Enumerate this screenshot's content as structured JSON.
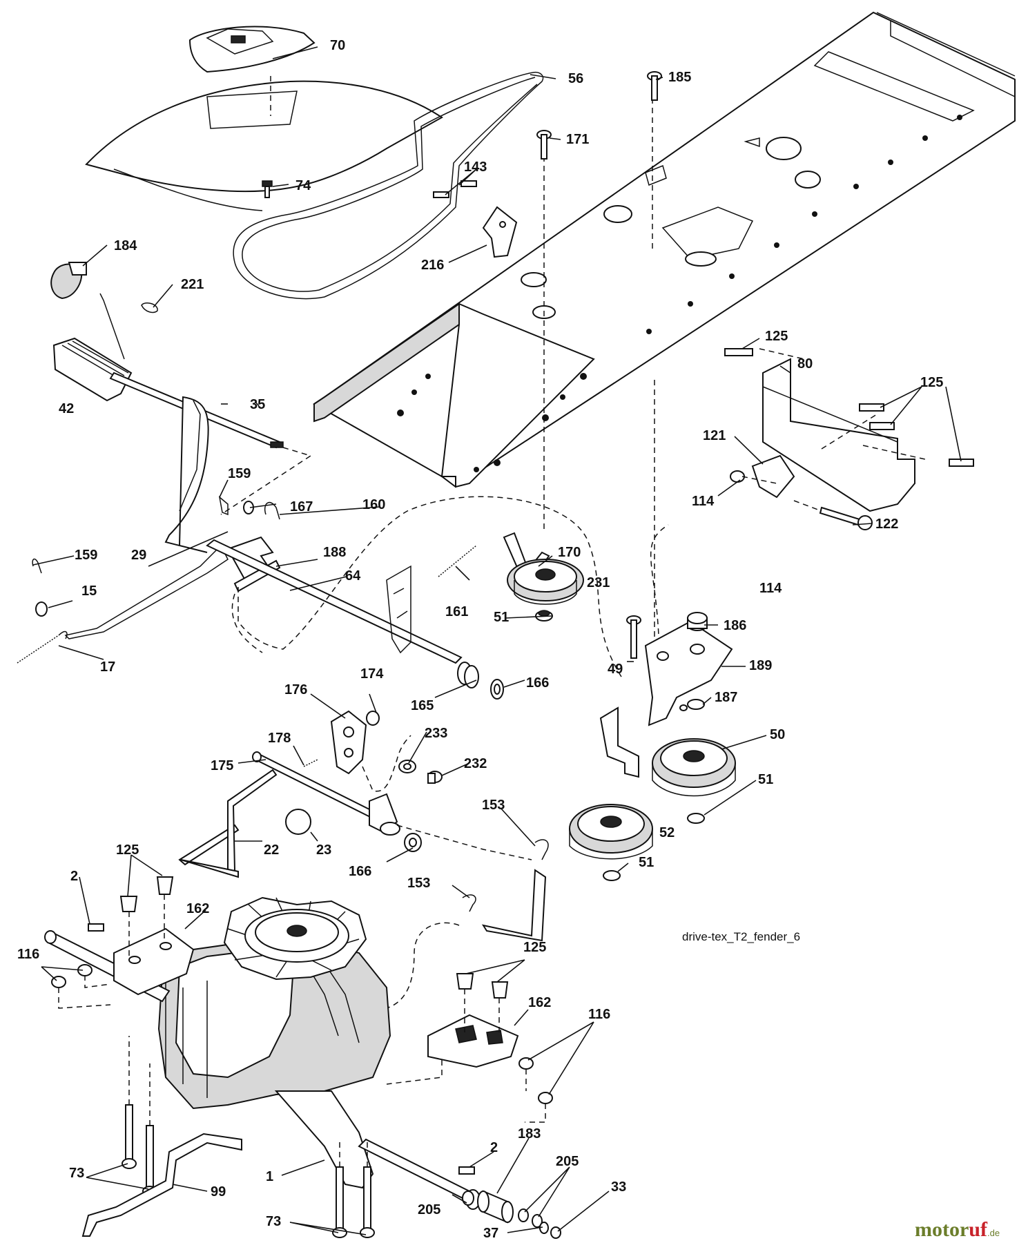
{
  "diagram": {
    "caption": "drive-tex_T2_fender_6",
    "watermark": {
      "main": "motor",
      "accent": "uf",
      "suffix": ".de"
    },
    "callouts": [
      {
        "id": "70",
        "text": "70"
      },
      {
        "id": "56",
        "text": "56"
      },
      {
        "id": "185",
        "text": "185"
      },
      {
        "id": "171",
        "text": "171"
      },
      {
        "id": "143",
        "text": "143"
      },
      {
        "id": "74",
        "text": "74"
      },
      {
        "id": "184",
        "text": "184"
      },
      {
        "id": "221",
        "text": "221"
      },
      {
        "id": "216",
        "text": "216"
      },
      {
        "id": "125a",
        "text": "125"
      },
      {
        "id": "80",
        "text": "80"
      },
      {
        "id": "125b",
        "text": "125"
      },
      {
        "id": "42",
        "text": "42"
      },
      {
        "id": "35",
        "text": "35"
      },
      {
        "id": "121",
        "text": "121"
      },
      {
        "id": "114a",
        "text": "114"
      },
      {
        "id": "122",
        "text": "122"
      },
      {
        "id": "159a",
        "text": "159"
      },
      {
        "id": "167",
        "text": "167"
      },
      {
        "id": "160",
        "text": "160"
      },
      {
        "id": "170",
        "text": "170"
      },
      {
        "id": "159b",
        "text": "159"
      },
      {
        "id": "29",
        "text": "29"
      },
      {
        "id": "188",
        "text": "188"
      },
      {
        "id": "64",
        "text": "64"
      },
      {
        "id": "231",
        "text": "231"
      },
      {
        "id": "114b",
        "text": "114"
      },
      {
        "id": "15",
        "text": "15"
      },
      {
        "id": "161",
        "text": "161"
      },
      {
        "id": "51a",
        "text": "51"
      },
      {
        "id": "186",
        "text": "186"
      },
      {
        "id": "17",
        "text": "17"
      },
      {
        "id": "49",
        "text": "49"
      },
      {
        "id": "189",
        "text": "189"
      },
      {
        "id": "174",
        "text": "174"
      },
      {
        "id": "166a",
        "text": "166"
      },
      {
        "id": "165",
        "text": "165"
      },
      {
        "id": "176",
        "text": "176"
      },
      {
        "id": "187",
        "text": "187"
      },
      {
        "id": "233",
        "text": "233"
      },
      {
        "id": "178",
        "text": "178"
      },
      {
        "id": "50",
        "text": "50"
      },
      {
        "id": "232",
        "text": "232"
      },
      {
        "id": "175",
        "text": "175"
      },
      {
        "id": "51b",
        "text": "51"
      },
      {
        "id": "153a",
        "text": "153"
      },
      {
        "id": "125c",
        "text": "125"
      },
      {
        "id": "22",
        "text": "22"
      },
      {
        "id": "23",
        "text": "23"
      },
      {
        "id": "52",
        "text": "52"
      },
      {
        "id": "166b",
        "text": "166"
      },
      {
        "id": "51c",
        "text": "51"
      },
      {
        "id": "2a",
        "text": "2"
      },
      {
        "id": "153b",
        "text": "153"
      },
      {
        "id": "162a",
        "text": "162"
      },
      {
        "id": "116a",
        "text": "116"
      },
      {
        "id": "125d",
        "text": "125"
      },
      {
        "id": "162b",
        "text": "162"
      },
      {
        "id": "116b",
        "text": "116"
      },
      {
        "id": "73a",
        "text": "73"
      },
      {
        "id": "2b",
        "text": "2"
      },
      {
        "id": "183",
        "text": "183"
      },
      {
        "id": "1",
        "text": "1"
      },
      {
        "id": "205a",
        "text": "205"
      },
      {
        "id": "99",
        "text": "99"
      },
      {
        "id": "33",
        "text": "33"
      },
      {
        "id": "205b",
        "text": "205"
      },
      {
        "id": "73b",
        "text": "73"
      },
      {
        "id": "37",
        "text": "37"
      }
    ]
  }
}
